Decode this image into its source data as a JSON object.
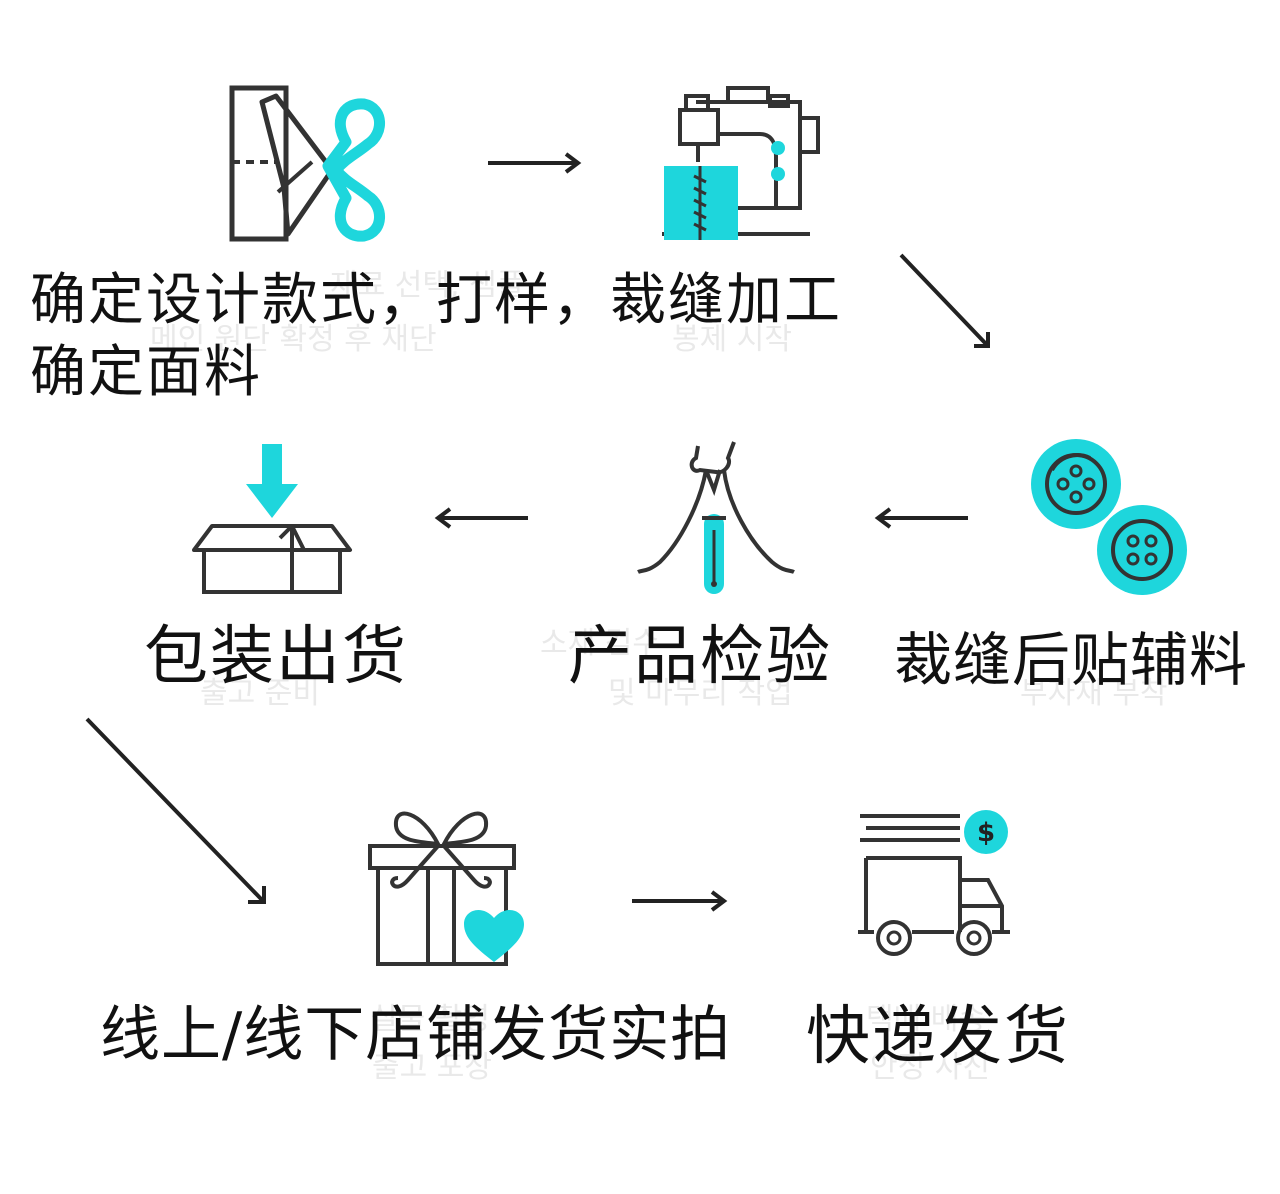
{
  "colors": {
    "accent": "#1ed6dc",
    "stroke": "#333333",
    "text": "#111111"
  },
  "steps": [
    {
      "id": "design",
      "icon": "scissors-pattern-icon",
      "line1": "确定设计款式，打样，裁缝加工",
      "line2": "确定面料"
    },
    {
      "id": "sewing",
      "icon": "sewing-machine-icon"
    },
    {
      "id": "buttons",
      "icon": "buttons-icon",
      "label": "裁缝后贴辅料"
    },
    {
      "id": "inspect",
      "icon": "thread-snips-icon",
      "label": "产品检验"
    },
    {
      "id": "pack",
      "icon": "box-down-arrow-icon",
      "label": "包装出货"
    },
    {
      "id": "photo",
      "icon": "gift-heart-icon",
      "label": "线上/线下店铺发货实拍"
    },
    {
      "id": "ship",
      "icon": "delivery-truck-icon",
      "label": "快递发货"
    }
  ],
  "watermarks": [
    "재료 선택, 샘플",
    "메인 원단 확정 후 재단",
    "봉제 시작",
    "소재 검수",
    "및 마무리 작업",
    "부자재 부착",
    "출고 준비",
    "실물 촬영",
    "출고 포장",
    "택배 배송",
    "안정 사진"
  ]
}
